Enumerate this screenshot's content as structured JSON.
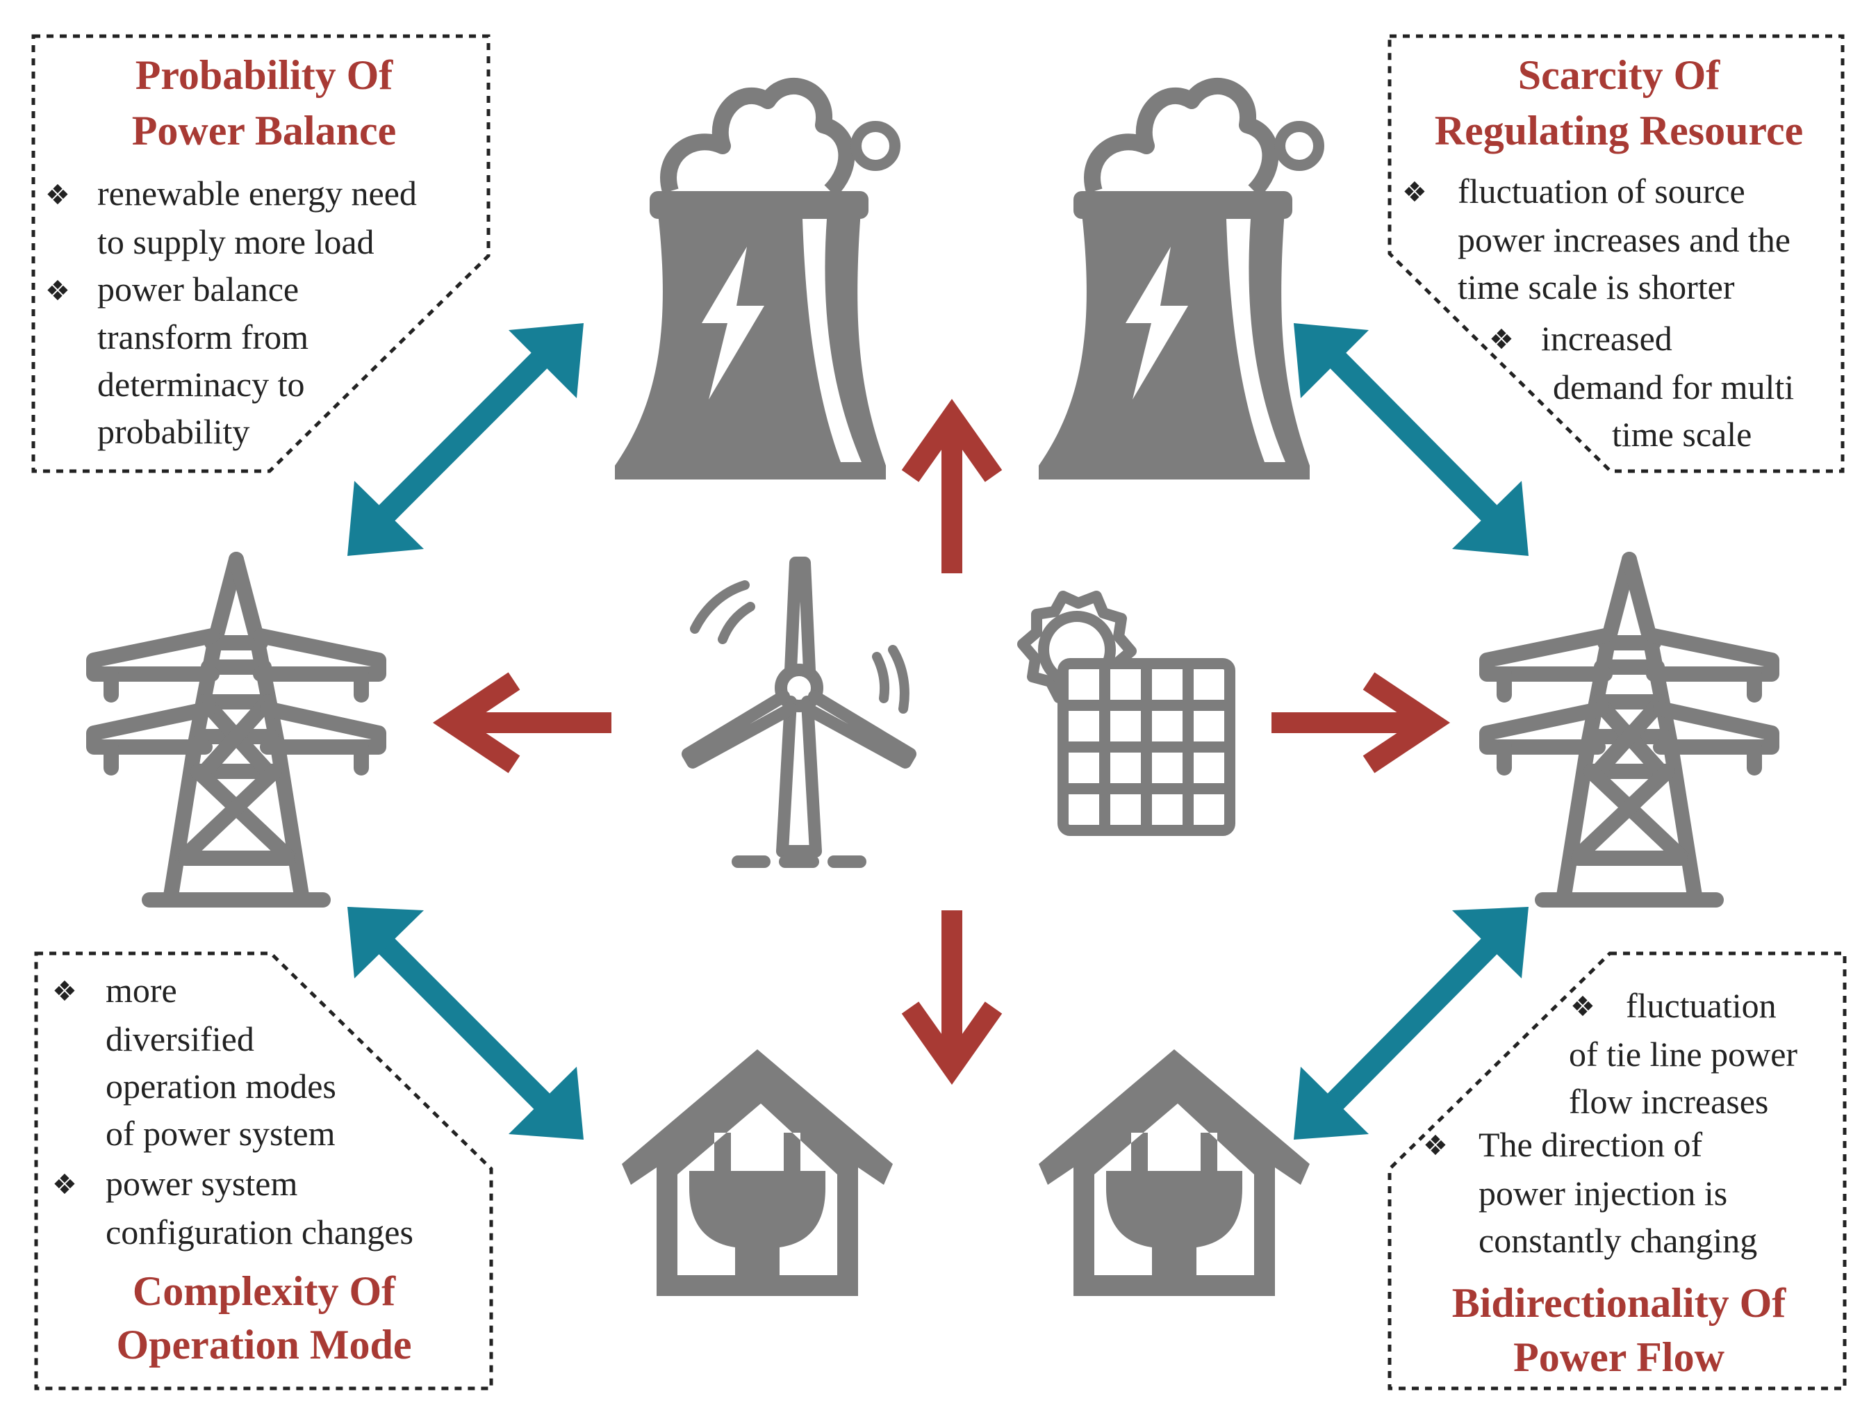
{
  "colors": {
    "icon": "#7d7d7d",
    "teal": "#167f96",
    "red": "#a83a34",
    "text": "#222222"
  },
  "boxes": {
    "top_left": {
      "title": [
        "Probability Of",
        "Power Balance"
      ],
      "bullets": [
        [
          "renewable energy need",
          "to supply more load"
        ],
        [
          "power balance",
          "transform from",
          "determinacy to",
          "probability"
        ]
      ]
    },
    "top_right": {
      "title": [
        "Scarcity Of",
        "Regulating Resource"
      ],
      "bullets": [
        [
          "fluctuation of source",
          "power increases and the",
          "time scale is shorter"
        ],
        [
          "increased",
          "demand for multi",
          "time scale"
        ]
      ]
    },
    "bottom_left": {
      "bullets": [
        [
          "more",
          "diversified",
          "operation modes",
          "of power system"
        ],
        [
          "power system",
          "configuration changes"
        ]
      ],
      "title": [
        "Complexity Of",
        "Operation Mode"
      ]
    },
    "bottom_right": {
      "bullets": [
        [
          "fluctuation",
          "of tie line power",
          "flow increases"
        ],
        [
          "The direction of",
          "power injection is",
          "constantly changing"
        ]
      ],
      "title": [
        "Bidirectionality Of",
        "Power Flow"
      ]
    }
  },
  "icons": {
    "power_plant_left": "power-plant-icon",
    "power_plant_right": "power-plant-icon",
    "tower_left": "transmission-tower-icon",
    "tower_right": "transmission-tower-icon",
    "wind_turbine": "wind-turbine-icon",
    "solar_panel": "solar-panel-icon",
    "house_left": "house-plug-icon",
    "house_right": "house-plug-icon"
  }
}
